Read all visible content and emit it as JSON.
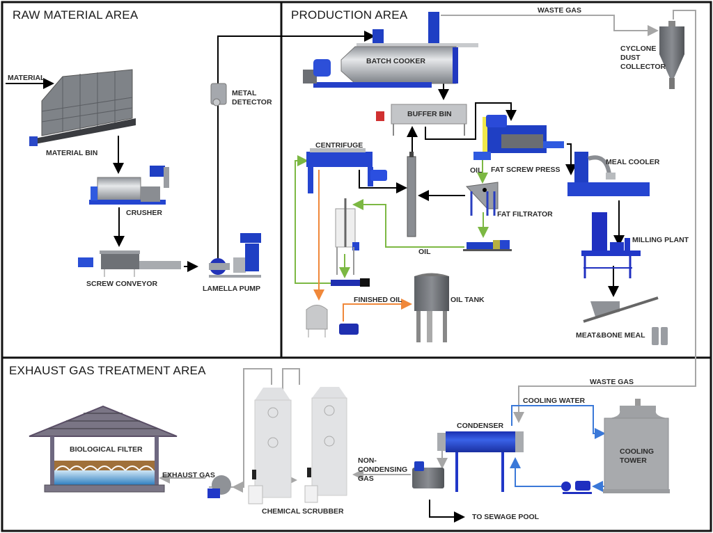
{
  "diagram": {
    "title": "Rendering plant process flow",
    "areas": {
      "raw": "RAW MATERIAL AREA",
      "production": "PRODUCTION AREA",
      "exhaust": "EXHAUST GAS TREATMENT AREA"
    },
    "equipment": {
      "material_bin": "MATERIAL BIN",
      "crusher": "CRUSHER",
      "screw_conveyor": "SCREW CONVEYOR",
      "lamella_pump": "LAMELLA PUMP",
      "metal_detector": "METAL\nDETECTOR",
      "batch_cooker": "BATCH COOKER",
      "buffer_bin": "BUFFER BIN",
      "cyclone": "CYCLONE\nDUST\nCOLLECTOR",
      "centrifuge": "CENTRIFUGE",
      "fat_screw_press": "FAT SCREW PRESS",
      "meal_cooler": "MEAL COOLER",
      "fat_filtrator": "FAT FILTRATOR",
      "milling_plant": "MILLING PLANT",
      "oil_tank": "OIL TANK",
      "meat_bone_meal": "MEAT&BONE MEAL",
      "biological_filter": "BIOLOGICAL FILTER",
      "chemical_scrubber": "CHEMICAL SCRUBBER",
      "condenser": "CONDENSER",
      "cooling_tower": "COOLING\nTOWER"
    },
    "flows": {
      "material": "MATERIAL",
      "waste_gas_top": "WASTE GAS",
      "waste_gas_bottom": "WASTE GAS",
      "oil_press": "OIL",
      "oil_return": "OIL",
      "finished_oil": "FINISHED OIL",
      "exhaust_gas": "EXHAUST  GAS",
      "non_condensing": "NON-\nCONDENSING\nGAS",
      "cooling_water": "COOLING WATER",
      "sewage": "TO SEWAGE POOL"
    },
    "colors": {
      "material_flow": "#000000",
      "oil_flow": "#7cb843",
      "finished_oil_flow": "#f0883a",
      "gas_flow": "#a6a6a6",
      "water_flow": "#3a78d8",
      "equipment_blue": "#1f3fc4",
      "equipment_steel": "#9ea2a8"
    }
  }
}
